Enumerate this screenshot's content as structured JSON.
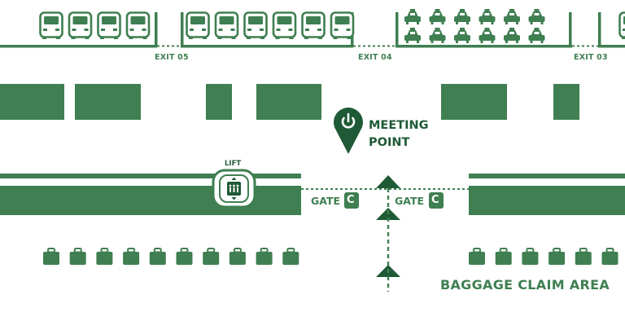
{
  "colors": {
    "primary_green": "#3f7f51",
    "dark_green": "#1f5a36",
    "background": "#ffffff"
  },
  "exits": [
    {
      "label": "EXIT 05"
    },
    {
      "label": "EXIT 04"
    },
    {
      "label": "EXIT 03"
    }
  ],
  "parking_zones": [
    {
      "vehicle": "bus",
      "count": 4
    },
    {
      "vehicle": "bus",
      "count": 6
    },
    {
      "vehicle": "taxi",
      "count": 12
    },
    {
      "vehicle": "bus",
      "count": 1
    }
  ],
  "meeting_point": {
    "line1": "MEETING",
    "line2": "POINT",
    "icon": "map-pin-power-icon"
  },
  "lift": {
    "label": "LIFT",
    "icon": "elevator-icon"
  },
  "gates": [
    {
      "label": "GATE",
      "badge": "C"
    },
    {
      "label": "GATE",
      "badge": "C"
    }
  ],
  "baggage": {
    "label": "BAGGAGE CLAIM AREA",
    "left_count": 10,
    "right_count": 6,
    "icon": "luggage-icon"
  }
}
